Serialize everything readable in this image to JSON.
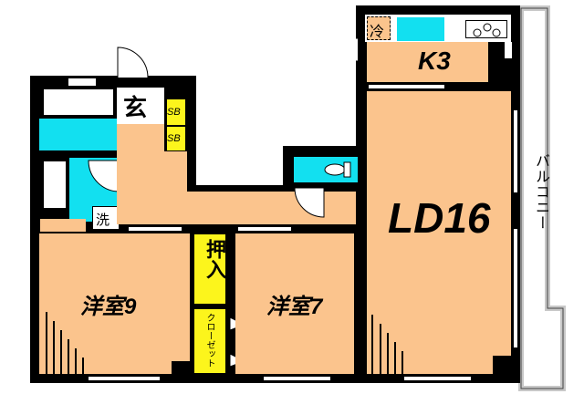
{
  "floorplan": {
    "rooms": {
      "kitchen": {
        "label": "K3"
      },
      "living_dining": {
        "label": "LD16"
      },
      "western_room_1": {
        "label": "洋室9"
      },
      "western_room_2": {
        "label": "洋室7"
      },
      "entrance": {
        "label": "玄"
      },
      "shoe_box_1": {
        "label": "SB"
      },
      "shoe_box_2": {
        "label": "SB"
      },
      "closet_oshiire": {
        "label": "押入"
      },
      "closet": {
        "label": "クローゼット"
      },
      "balcony": {
        "label": "バルコニー"
      },
      "washer": {
        "label": "洗"
      },
      "refrigerator": {
        "label": "冷"
      }
    },
    "colors": {
      "room_fill": "#fbc48d",
      "wet_area": "#12e0f0",
      "storage": "#fcf51c",
      "wall": "#000000",
      "balcony": "#d0d0d0"
    }
  }
}
